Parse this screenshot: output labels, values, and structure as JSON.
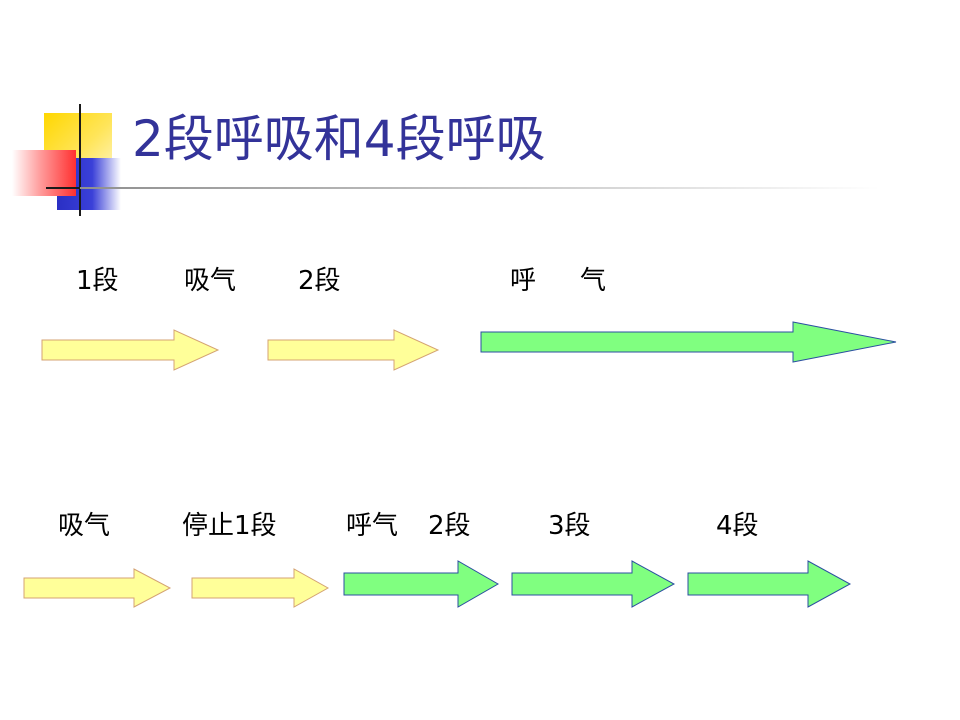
{
  "title": "2段呼吸和4段呼吸",
  "rows": [
    {
      "labels": [
        "1段",
        "吸气",
        "2段",
        "呼",
        "气"
      ],
      "arrows": [
        {
          "kind": "inhale",
          "color": "#ffff99"
        },
        {
          "kind": "inhale",
          "color": "#ffff99"
        },
        {
          "kind": "exhale",
          "color": "#80ff80"
        }
      ]
    },
    {
      "labels": [
        "吸气",
        "停止1段",
        "呼气",
        "2段",
        "3段",
        "4段"
      ],
      "arrows": [
        {
          "kind": "inhale",
          "color": "#ffff99"
        },
        {
          "kind": "hold",
          "color": "#ffff99"
        },
        {
          "kind": "exhale",
          "color": "#80ff80"
        },
        {
          "kind": "exhale",
          "color": "#80ff80"
        },
        {
          "kind": "exhale",
          "color": "#80ff80"
        }
      ]
    }
  ],
  "colors": {
    "title": "#333399",
    "arrow_stroke_yellow": "#d4a373",
    "arrow_stroke_green": "#2b4fa0"
  }
}
